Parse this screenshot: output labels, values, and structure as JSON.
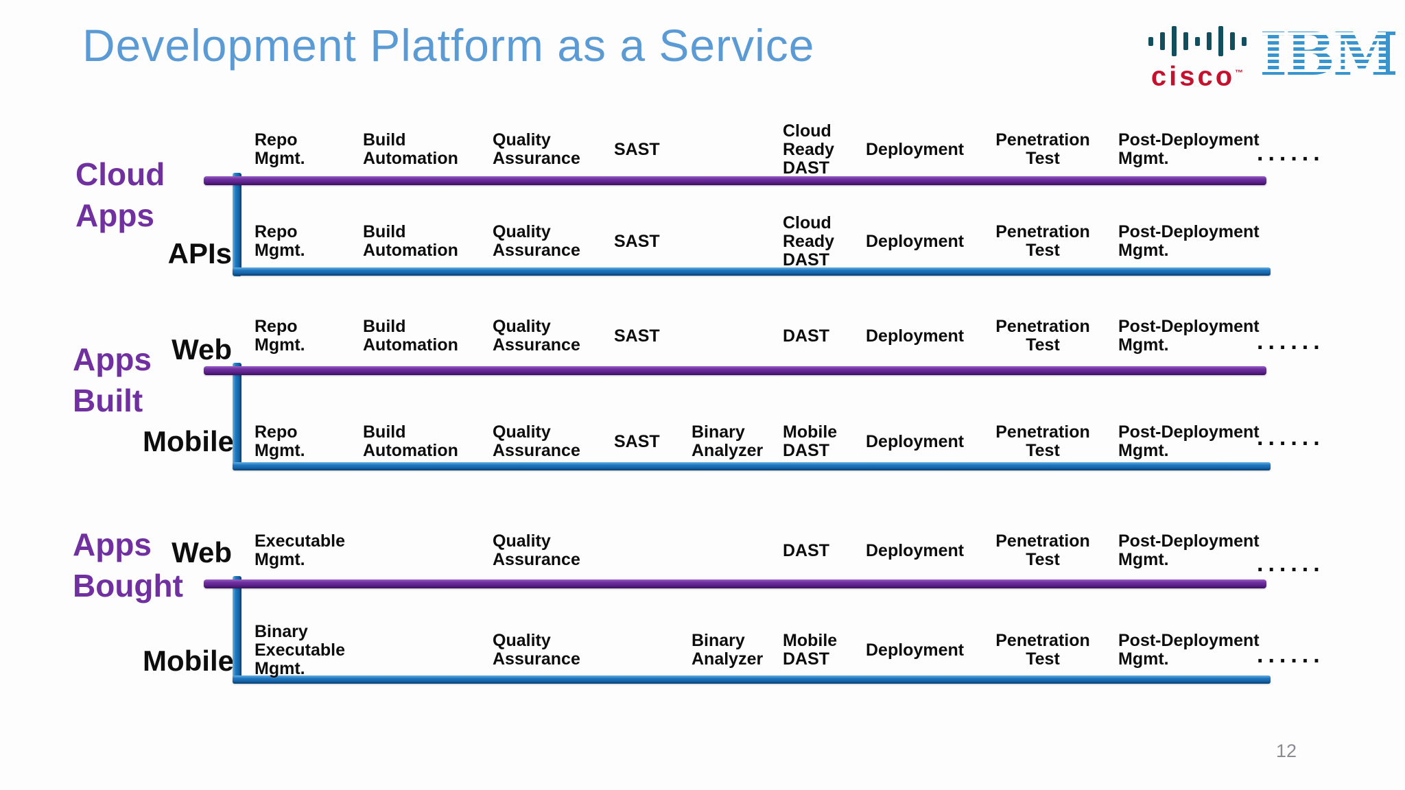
{
  "slide": {
    "title": "Development Platform as a Service",
    "page_number": "12",
    "dots_text": "......"
  },
  "logos": {
    "cisco": {
      "text": "cisco",
      "tm": "™"
    },
    "ibm": {
      "text": "IBM"
    }
  },
  "colors": {
    "title_blue": "#5b9bd5",
    "section_purple": "#7030a0",
    "purple_line": "#7030a0",
    "blue_line": "#1f78c0",
    "cisco_red": "#c4122e",
    "ibm_blue": "#3794ce",
    "label_black": "#0d0d0d",
    "page_number_gray": "#8a8a93"
  },
  "groups": [
    {
      "label": "Cloud\nApps"
    },
    {
      "label": "Apps\nBuilt"
    },
    {
      "label": "Apps\nBought"
    }
  ],
  "rows": [
    {
      "id": "cloud-apps-pipeline",
      "label": "",
      "line": "purple",
      "has_dots": true,
      "stages": {
        "c1": "Repo\nMgmt.",
        "c2": "Build\nAutomation",
        "c3": "Quality\nAssurance",
        "c4": "SAST",
        "c5": "Cloud\nReady\nDAST",
        "c6": "Deployment",
        "c7": "Penetration\nTest",
        "c8": "Post-Deployment\nMgmt."
      }
    },
    {
      "id": "apis-pipeline",
      "label": "APIs",
      "line": "blue",
      "has_dots": false,
      "stages": {
        "c1": "Repo\nMgmt.",
        "c2": "Build\nAutomation",
        "c3": "Quality\nAssurance",
        "c4": "SAST",
        "c5": "Cloud\nReady\nDAST",
        "c6": "Deployment",
        "c7": "Penetration\nTest",
        "c8": "Post-Deployment\nMgmt."
      }
    },
    {
      "id": "apps-built-web-pipeline",
      "label": "Web",
      "line": "purple",
      "has_dots": true,
      "stages": {
        "c1": "Repo\nMgmt.",
        "c2": "Build\nAutomation",
        "c3": "Quality\nAssurance",
        "c4": "SAST",
        "c5": "DAST",
        "c6": "Deployment",
        "c7": "Penetration\nTest",
        "c8": "Post-Deployment\nMgmt."
      }
    },
    {
      "id": "apps-built-mobile-pipeline",
      "label": "Mobile",
      "line": "blue",
      "has_dots": true,
      "stages": {
        "c1": "Repo\nMgmt.",
        "c2": "Build\nAutomation",
        "c3": "Quality\nAssurance",
        "c4": "SAST",
        "c5a": "Binary\nAnalyzer",
        "c5": "Mobile\nDAST",
        "c6": "Deployment",
        "c7": "Penetration\nTest",
        "c8": "Post-Deployment\nMgmt."
      }
    },
    {
      "id": "apps-bought-web-pipeline",
      "label": "Web",
      "line": "purple",
      "has_dots": true,
      "stages": {
        "c1": "Executable\nMgmt.",
        "c3": "Quality\nAssurance",
        "c5": "DAST",
        "c6": "Deployment",
        "c7": "Penetration\nTest",
        "c8": "Post-Deployment\nMgmt."
      }
    },
    {
      "id": "apps-bought-mobile-pipeline",
      "label": "Mobile",
      "line": "blue",
      "has_dots": true,
      "stages": {
        "c1": "Binary\nExecutable\nMgmt.",
        "c3": "Quality\nAssurance",
        "c5a": "Binary\nAnalyzer",
        "c5": "Mobile\nDAST",
        "c6": "Deployment",
        "c7": "Penetration\nTest",
        "c8": "Post-Deployment\nMgmt."
      }
    }
  ]
}
